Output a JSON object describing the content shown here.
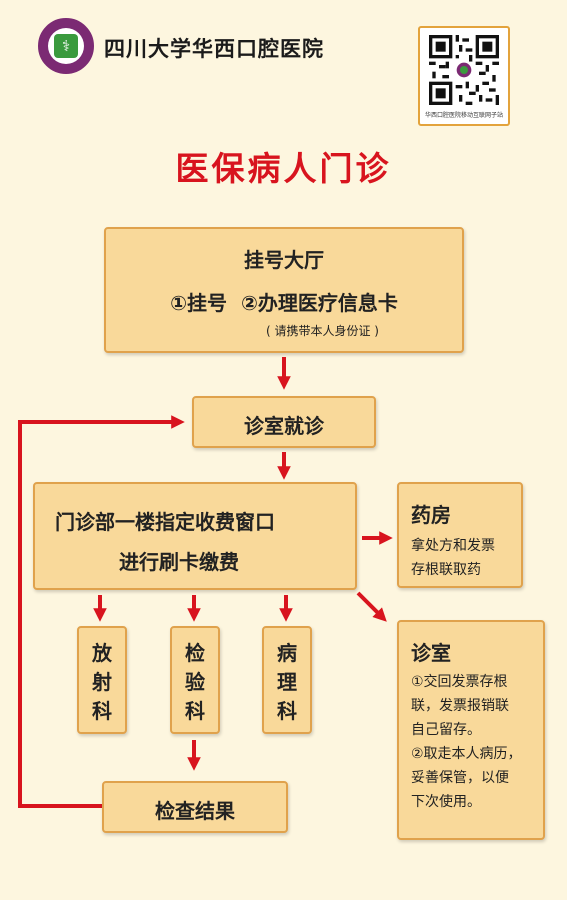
{
  "header": {
    "logo_glyph": "⚕",
    "hospital_name": "四川大学华西口腔医院",
    "qr_caption": "华西口腔医院移动互联网子站"
  },
  "title": "医保病人门诊",
  "steps": {
    "registration": {
      "title": "挂号大厅",
      "line": "①挂号  ②办理医疗信息卡",
      "note": "( 请携带本人身份证 )"
    },
    "consultation": {
      "label": "诊室就诊"
    },
    "payment": {
      "line1": "门诊部一楼指定收费窗口",
      "line2": "进行刷卡缴费"
    },
    "pharmacy": {
      "title": "药房",
      "line1": "拿处方和发票",
      "line2": "存根联取药"
    },
    "clinic": {
      "title": "诊室",
      "lines": [
        "①交回发票存根",
        "联，发票报销联",
        "自己留存。",
        "②取走本人病历，",
        "妥善保管，以便",
        "下次使用。"
      ]
    },
    "departments": [
      {
        "chars": [
          "放",
          "射",
          "科"
        ]
      },
      {
        "chars": [
          "检",
          "验",
          "科"
        ]
      },
      {
        "chars": [
          "病",
          "理",
          "科"
        ]
      }
    ],
    "results": {
      "label": "检查结果"
    }
  },
  "colors": {
    "background": "#fdf6df",
    "box_fill": "#f9d99a",
    "box_border": "#e0a24c",
    "arrow": "#d8141e",
    "title": "#d8141e",
    "logo": "#7b2a73"
  },
  "icons": [
    "hospital-logo-icon",
    "qr-code-icon",
    "arrow-icon"
  ]
}
